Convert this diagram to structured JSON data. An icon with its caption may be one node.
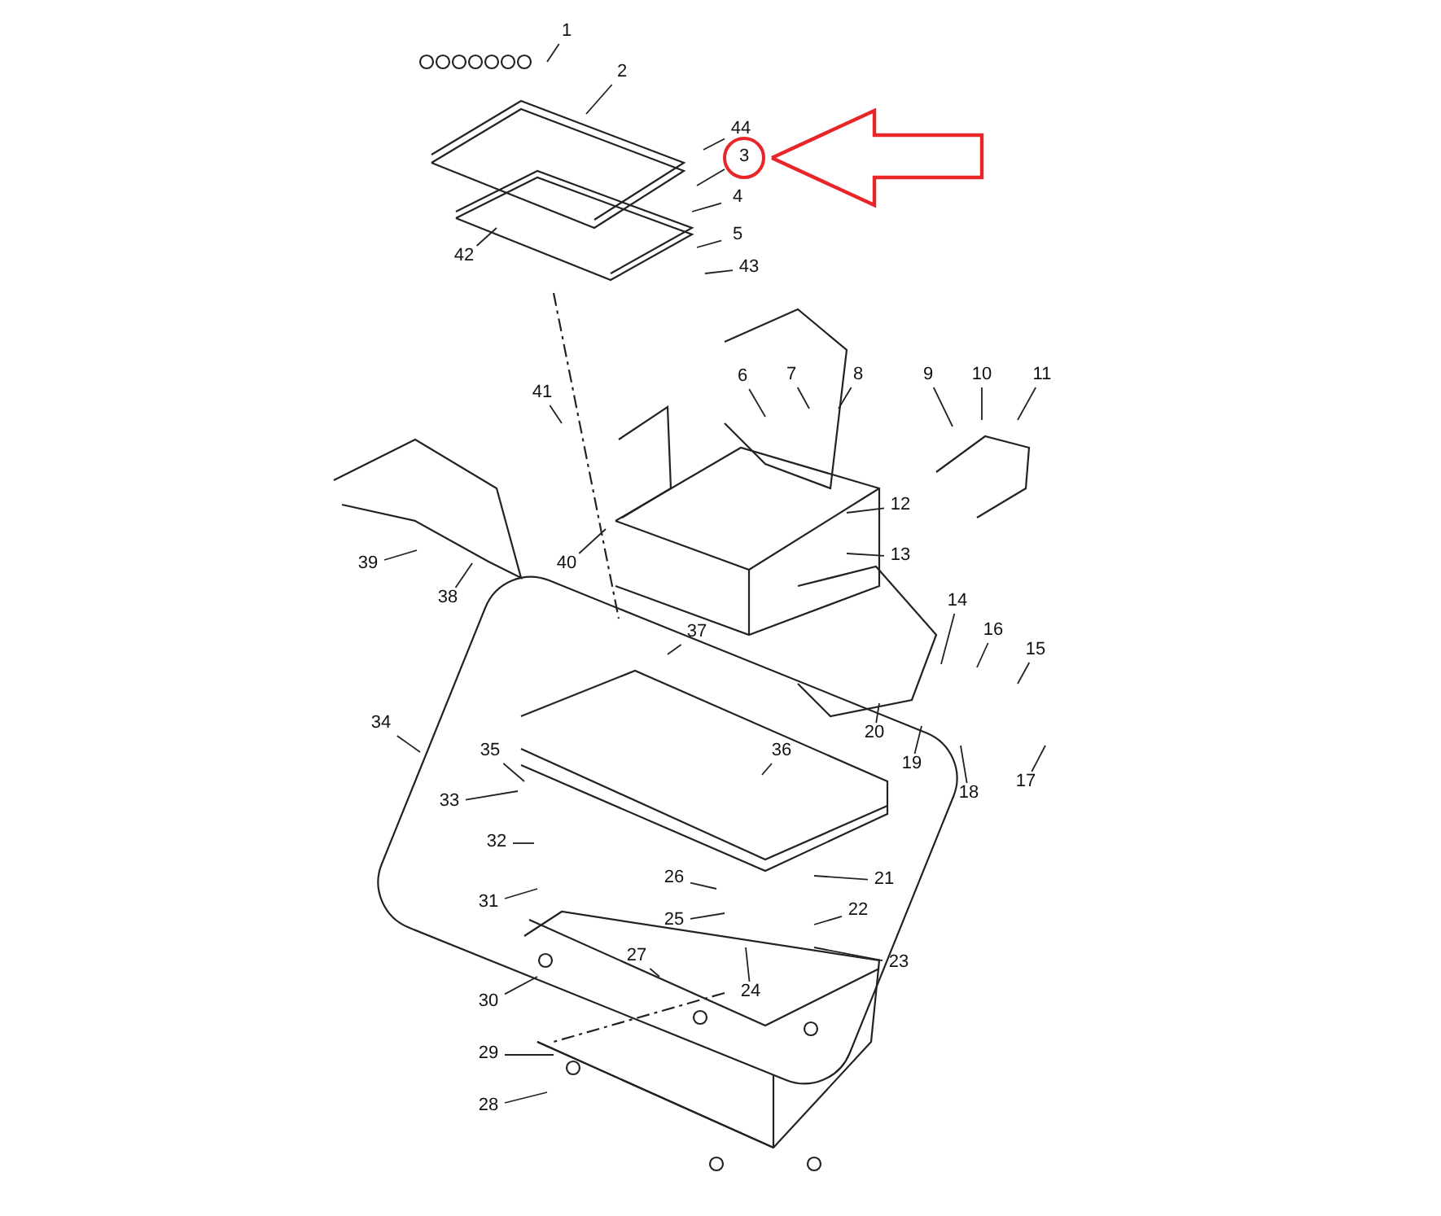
{
  "diagram": {
    "nodes": [
      {
        "text": [
          "1"
        ]
      },
      {
        "text": [
          "2"
        ]
      },
      {
        "text": [
          "44"
        ]
      },
      {
        "text": [
          "3"
        ]
      },
      {
        "text": [
          "4"
        ]
      },
      {
        "text": [
          "5"
        ]
      },
      {
        "text": [
          "42"
        ]
      },
      {
        "text": [
          "43"
        ]
      },
      {
        "text": [
          "6"
        ]
      },
      {
        "text": [
          "7"
        ]
      },
      {
        "text": [
          "8"
        ]
      },
      {
        "text": [
          "9"
        ]
      },
      {
        "text": [
          "10"
        ]
      },
      {
        "text": [
          "11"
        ]
      },
      {
        "text": [
          "41"
        ]
      },
      {
        "text": [
          "12"
        ]
      },
      {
        "text": [
          "13"
        ]
      },
      {
        "text": [
          "39"
        ]
      },
      {
        "text": [
          "40"
        ]
      },
      {
        "text": [
          "38"
        ]
      },
      {
        "text": [
          "14"
        ]
      },
      {
        "text": [
          "16"
        ]
      },
      {
        "text": [
          "37"
        ]
      },
      {
        "text": [
          "15"
        ]
      },
      {
        "text": [
          "34"
        ]
      },
      {
        "text": [
          "20"
        ]
      },
      {
        "text": [
          "35"
        ]
      },
      {
        "text": [
          "36"
        ]
      },
      {
        "text": [
          "19"
        ]
      },
      {
        "text": [
          "17"
        ]
      },
      {
        "text": [
          "18"
        ]
      },
      {
        "text": [
          "33"
        ]
      },
      {
        "text": [
          "32"
        ]
      },
      {
        "text": [
          "26"
        ]
      },
      {
        "text": [
          "21"
        ]
      },
      {
        "text": [
          "22"
        ]
      },
      {
        "text": [
          "31"
        ]
      },
      {
        "text": [
          "25"
        ]
      },
      {
        "text": [
          "27"
        ]
      },
      {
        "text": [
          "23"
        ]
      },
      {
        "text": [
          "24"
        ]
      },
      {
        "text": [
          "30"
        ]
      },
      {
        "text": [
          "29"
        ]
      },
      {
        "text": [
          "28"
        ]
      }
    ],
    "edges": [
      {
        "from": 0,
        "to": null,
        "arrow": "none"
      },
      {
        "from": 1,
        "to": null,
        "arrow": "none"
      },
      {
        "from": 2,
        "to": null,
        "arrow": "none"
      },
      {
        "from": 3,
        "to": null,
        "arrow": "none"
      },
      {
        "from": 4,
        "to": null,
        "arrow": "none"
      },
      {
        "from": 5,
        "to": null,
        "arrow": "none"
      },
      {
        "from": 6,
        "to": null,
        "arrow": "none"
      },
      {
        "from": 7,
        "to": null,
        "arrow": "none"
      },
      {
        "from": 8,
        "to": null,
        "arrow": "none"
      },
      {
        "from": 9,
        "to": null,
        "arrow": "none"
      },
      {
        "from": 10,
        "to": null,
        "arrow": "none"
      },
      {
        "from": 11,
        "to": null,
        "arrow": "none"
      },
      {
        "from": 12,
        "to": null,
        "arrow": "none"
      },
      {
        "from": 13,
        "to": null,
        "arrow": "none"
      },
      {
        "from": 14,
        "to": null,
        "arrow": "none"
      },
      {
        "from": 15,
        "to": null,
        "arrow": "none"
      },
      {
        "from": 16,
        "to": null,
        "arrow": "none"
      },
      {
        "from": 17,
        "to": null,
        "arrow": "none"
      },
      {
        "from": 18,
        "to": null,
        "arrow": "none"
      },
      {
        "from": 19,
        "to": null,
        "arrow": "none"
      },
      {
        "from": 20,
        "to": null,
        "arrow": "none"
      },
      {
        "from": 21,
        "to": null,
        "arrow": "none"
      },
      {
        "from": 22,
        "to": null,
        "arrow": "none"
      },
      {
        "from": 23,
        "to": null,
        "arrow": "none"
      },
      {
        "from": 24,
        "to": null,
        "arrow": "none"
      },
      {
        "from": 25,
        "to": null,
        "arrow": "none"
      },
      {
        "from": 26,
        "to": null,
        "arrow": "none"
      },
      {
        "from": 27,
        "to": null,
        "arrow": "none"
      },
      {
        "from": 28,
        "to": null,
        "arrow": "none"
      },
      {
        "from": 29,
        "to": null,
        "arrow": "none"
      },
      {
        "from": 30,
        "to": null,
        "arrow": "none"
      },
      {
        "from": 31,
        "to": null,
        "arrow": "none"
      },
      {
        "from": 32,
        "to": null,
        "arrow": "none"
      },
      {
        "from": 33,
        "to": null,
        "arrow": "none"
      },
      {
        "from": 34,
        "to": null,
        "arrow": "none"
      },
      {
        "from": 35,
        "to": null,
        "arrow": "none"
      },
      {
        "from": 36,
        "to": null,
        "arrow": "none"
      },
      {
        "from": 37,
        "to": null,
        "arrow": "none"
      },
      {
        "from": 38,
        "to": null,
        "arrow": "none"
      },
      {
        "from": 39,
        "to": null,
        "arrow": "none"
      },
      {
        "from": 40,
        "to": null,
        "arrow": "none"
      },
      {
        "from": 41,
        "to": null,
        "arrow": "none"
      },
      {
        "from": 42,
        "to": null,
        "arrow": "none"
      },
      {
        "from": 43,
        "to": null,
        "arrow": "none"
      },
      {
        "from": null,
        "to": 3,
        "arrow": "to",
        "style": "thick",
        "color": "#e8262a"
      }
    ]
  }
}
